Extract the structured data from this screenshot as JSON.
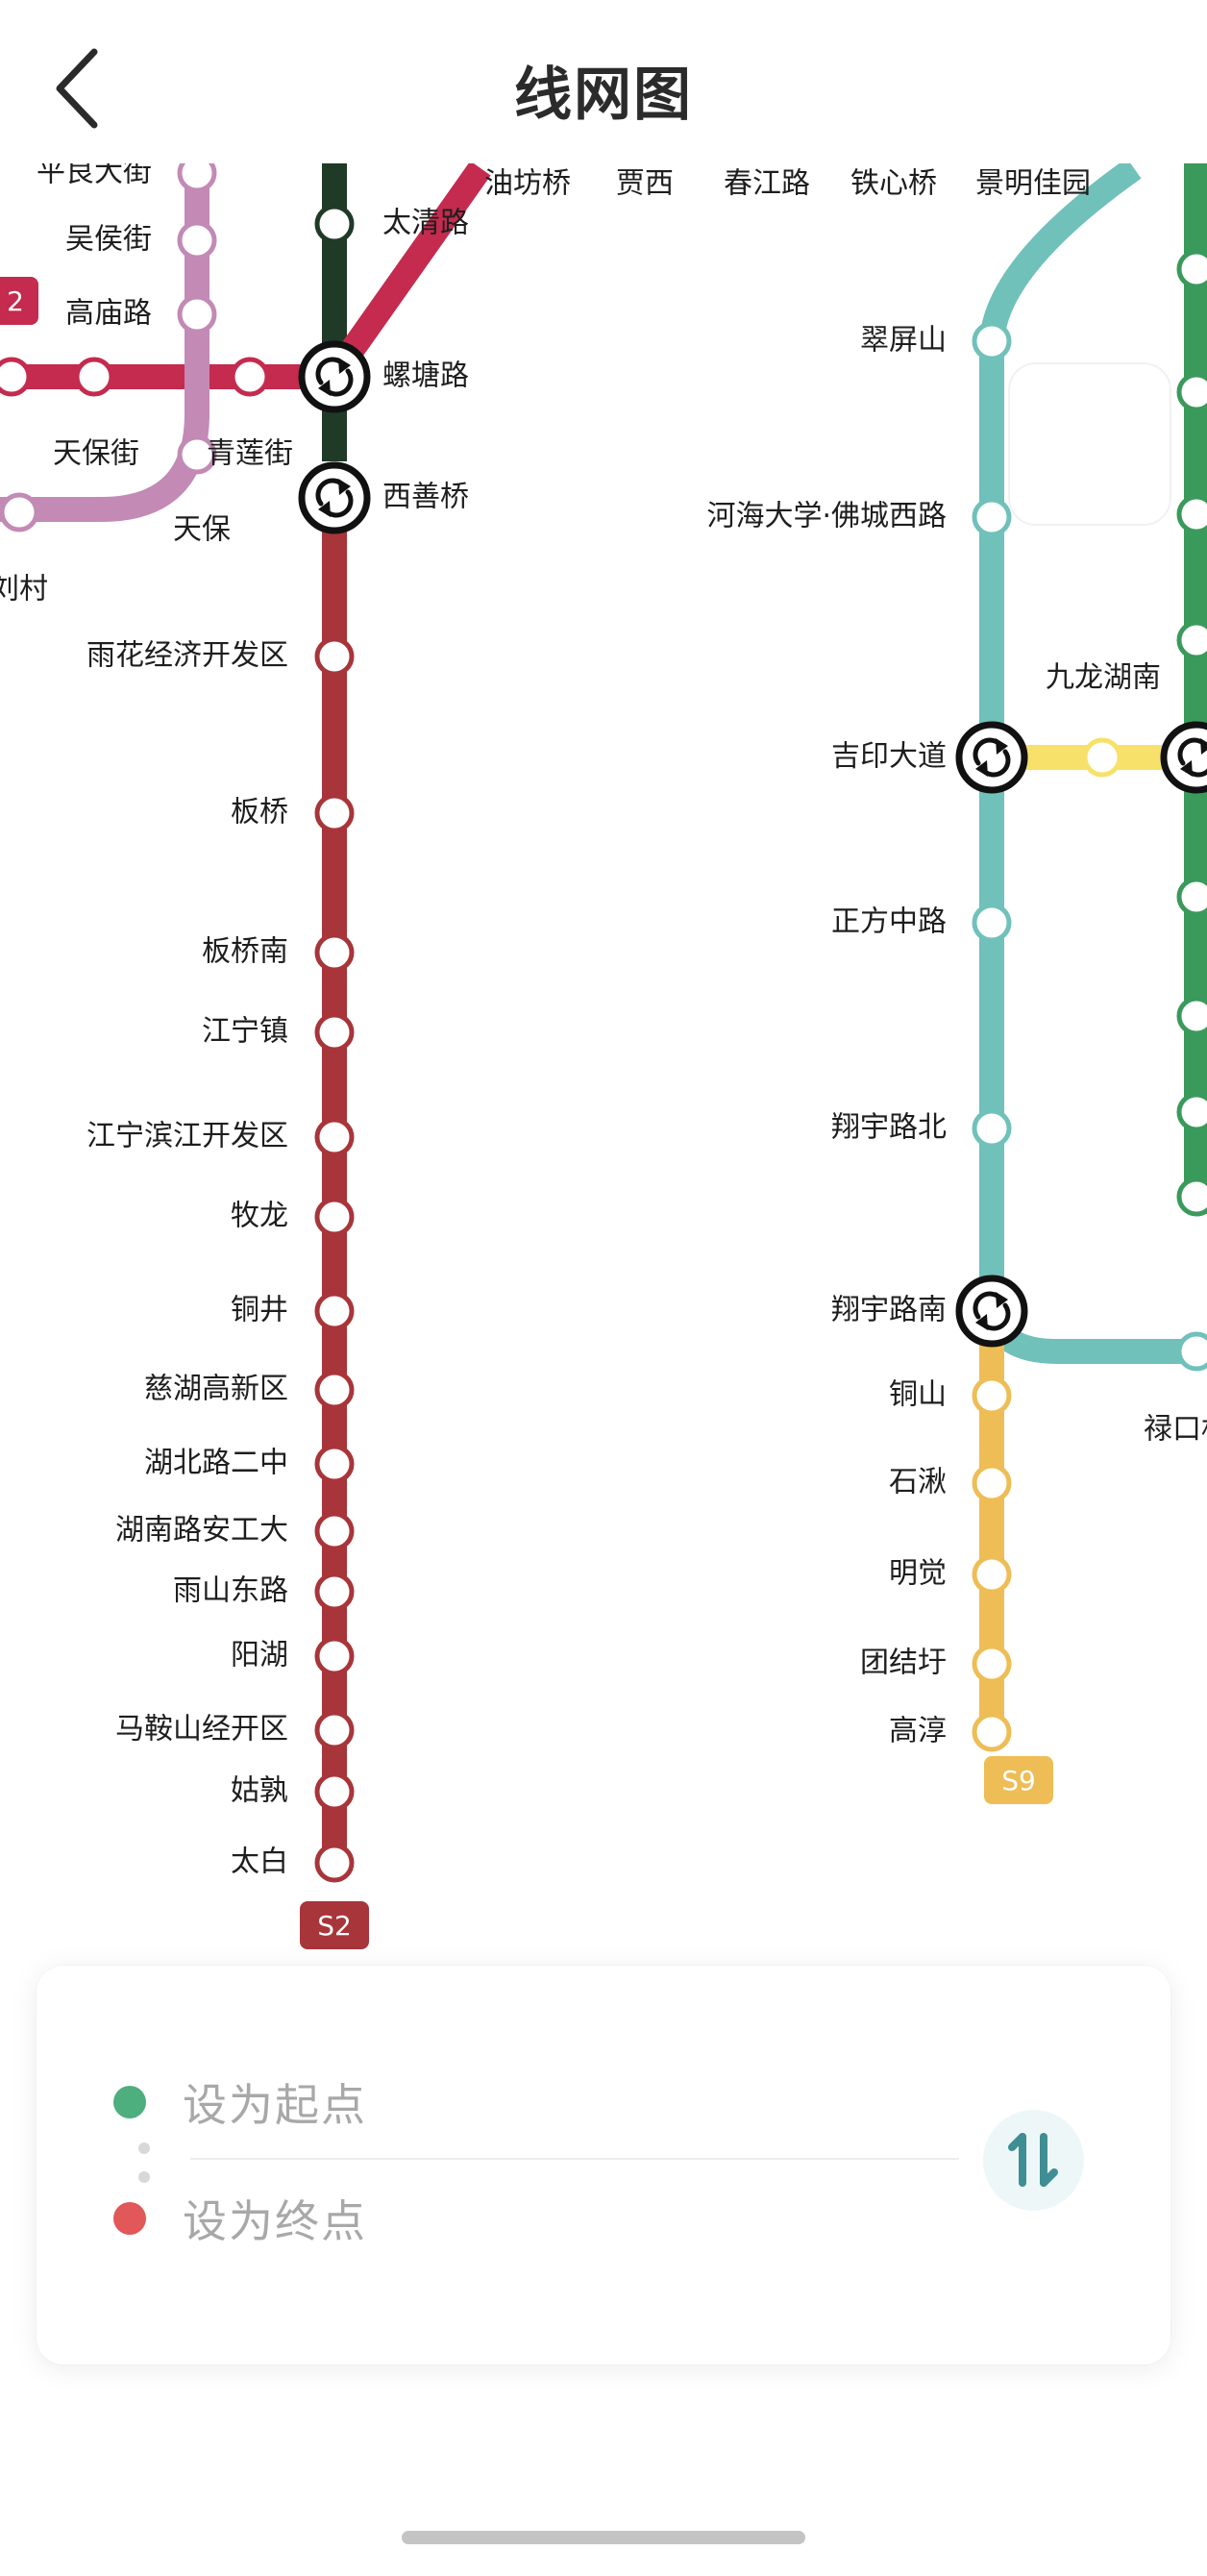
{
  "header": {
    "title": "线网图",
    "back_icon": "chevron-left-icon"
  },
  "colors": {
    "s2": "#a8353a",
    "s9": "#eebd55",
    "teal": "#70c1ba",
    "green": "#3a9a5b",
    "dark_green": "#1f3a26",
    "crimson": "#c42b4e",
    "mauve": "#c28ab5",
    "yellow": "#f7e16a",
    "start": "#4caf7d",
    "end": "#e25757"
  },
  "map": {
    "top_stations": [
      "油坊桥",
      "贾西",
      "春江路",
      "铁心桥",
      "景明佳园"
    ],
    "s2_stations": [
      "雨花经济开发区",
      "板桥",
      "板桥南",
      "江宁镇",
      "江宁滨江开发区",
      "牧龙",
      "铜井",
      "慈湖高新区",
      "湖北路二中",
      "湖南路安工大",
      "雨山东路",
      "阳湖",
      "马鞍山经开区",
      "姑孰",
      "太白"
    ],
    "s2_badge": "S2",
    "s9_badge": "S9",
    "interchanges": {
      "luotang": "螺塘路",
      "xishan": "西善桥",
      "jiyin": "吉印大道",
      "xiangyu_south": "翔宇路南"
    },
    "taiqing": "太清路",
    "left_stations": [
      "平良大街",
      "吴侯街",
      "高庙路",
      "天保街",
      "青莲街",
      "天保",
      "刘村"
    ],
    "left_badge": "2",
    "teal_stations": [
      "翠屏山",
      "河海大学·佛城西路",
      "正方中路",
      "翔宇路北"
    ],
    "s9_stations": [
      "铜山",
      "石湫",
      "明觉",
      "团结圩",
      "高淳"
    ],
    "other": {
      "jiulong": "九龙湖南",
      "lukou": "禄口机"
    }
  },
  "panel": {
    "set_start": "设为起点",
    "set_end": "设为终点",
    "swap_icon": "swap-vertical-icon"
  }
}
